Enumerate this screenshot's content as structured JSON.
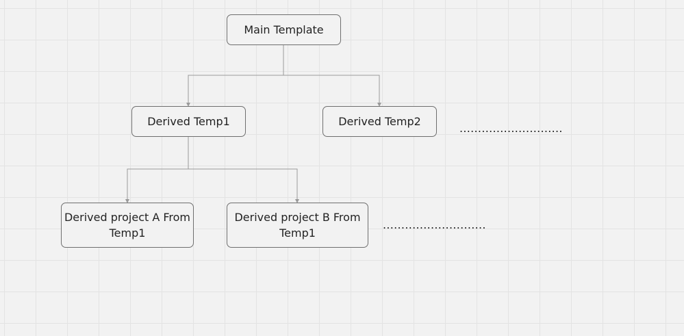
{
  "diagram": {
    "nodes": {
      "main": {
        "label": "Main Template"
      },
      "temp1": {
        "label": "Derived Temp1"
      },
      "temp2": {
        "label": "Derived Temp2"
      },
      "project_a": {
        "label_line1": "Derived project A From",
        "label_line2": "Temp1"
      },
      "project_b": {
        "label_line1": "Derived project B From",
        "label_line2": "Temp1"
      }
    },
    "continuation": {
      "row2": "............................",
      "row3": "............................"
    },
    "edges": [
      {
        "from": "main",
        "to": "temp1"
      },
      {
        "from": "main",
        "to": "temp2"
      },
      {
        "from": "temp1",
        "to": "project_a"
      },
      {
        "from": "temp1",
        "to": "project_b"
      }
    ],
    "colors": {
      "background": "#f2f2f2",
      "grid": "#e3e3e3",
      "border": "#6e6e6e",
      "connector": "#9a9a9a",
      "text": "#222222"
    }
  }
}
